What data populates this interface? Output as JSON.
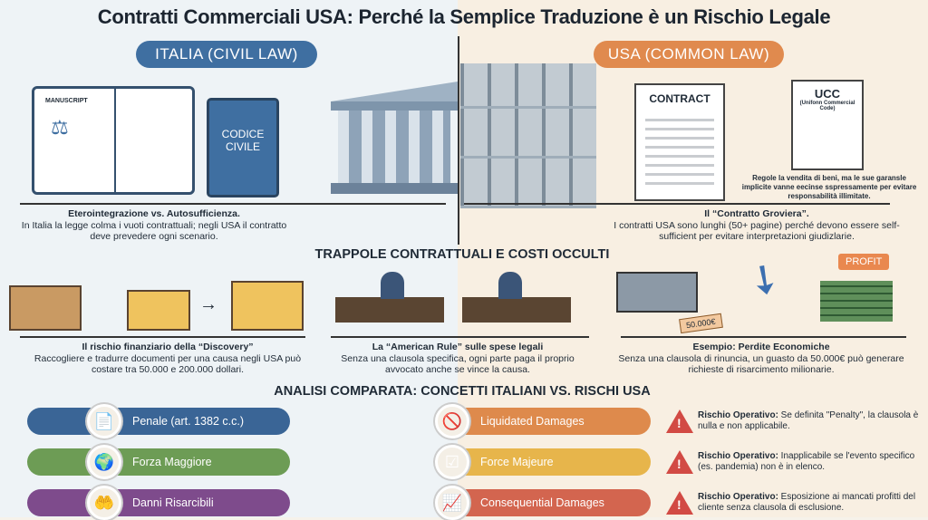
{
  "title": "Contratti Commerciali USA: Perché la Semplice Traduzione è un Rischio Legale",
  "left_header": "ITALIA (CIVIL LAW)",
  "right_header": "USA (COMMON LAW)",
  "illustrations": {
    "manuscript": "MANUSCRIPT",
    "codice": "CODICE CIVILE",
    "contract": "CONTRACT",
    "ucc": "UCC",
    "ucc_sub": "(Unifonn Commercial Code)",
    "invoice": "50.000€",
    "profit": "PROFIT"
  },
  "ucc_note": "Regole la vendita di beni, ma le sue garansle implicite vanne eecinse sspressamente per evitare responsabilità illimitate.",
  "italy_caption": {
    "title": "Eterointegrazione vs. Autosufficienza.",
    "text": "In Italia la legge colma i vuoti contrattuali; negli USA il contratto deve prevedere ogni scenario."
  },
  "usa_caption": {
    "title": "Il “Contratto Groviera”.",
    "text": "I contratti USA sono lunghi (50+ pagine) perché devono essere self-sufficient per evitare interpretazioni giudizlarie."
  },
  "traps_title": "TRAPPOLE CONTRATTUALI E COSTI OCCULTI",
  "traps": [
    {
      "title": "Il rischio finanziario della “Discovery”",
      "text": "Raccogliere e tradurre documenti per una causa negli USA può costare tra 50.000 e 200.000 dollari."
    },
    {
      "title": "La “American Rule” sulle spese legali",
      "text": "Senza una clausola specifica, ogni parte paga il proprio avvocato anche se vince la causa."
    },
    {
      "title": "Esempio: Perdite Economiche",
      "text": "Senza una clausola di rinuncia, un guasto da 50.000€ può generare richieste di risarcimento milionarie."
    }
  ],
  "comparison_title": "ANALISI COMPARATA: CONCETTI ITALIANI VS. RISCHI USA",
  "comparison": [
    {
      "italian": "Penale (art. 1382 c.c.)",
      "usa": "Liquidated Damages",
      "risk_label": "Rischio Operativo:",
      "risk": " Se definita \"Penalty\", la clausola è nulla e non applicabile.",
      "it_color": "#3a6596",
      "us_color": "#de8a4c"
    },
    {
      "italian": "Forza Maggiore",
      "usa": "Force Majeure",
      "risk_label": "Rischio Operativo:",
      "risk": " Inapplicabile se l'evento specifico (es. pandemia) non è in elenco.",
      "it_color": "#6d9c55",
      "us_color": "#e7b54b"
    },
    {
      "italian": "Danni Risarcibili",
      "usa": "Consequential Damages",
      "risk_label": "Rischio Operativo:",
      "risk": " Esposizione ai mancati profitti del cliente senza clausola di esclusione.",
      "it_color": "#7e4b8c",
      "us_color": "#d3654f"
    }
  ]
}
